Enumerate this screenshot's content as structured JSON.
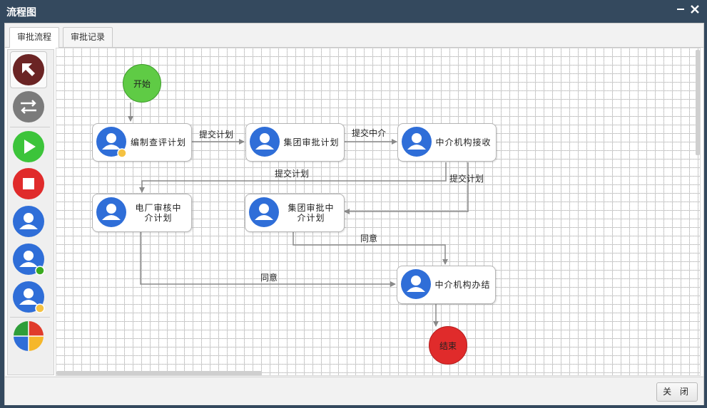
{
  "window": {
    "title": "流程图"
  },
  "tabs": [
    {
      "label": "审批流程",
      "active": true
    },
    {
      "label": "审批记录",
      "active": false
    }
  ],
  "palette": {
    "tools": [
      "select-tool",
      "transition-tool",
      "start-tool",
      "end-tool",
      "task-tool",
      "task-done-tool",
      "task-pending-tool",
      "fork-tool"
    ]
  },
  "flow": {
    "start_label": "开始",
    "end_label": "结束",
    "nodes": {
      "n1": "编制查评计划",
      "n2": "集团审批计划",
      "n3": "中介机构接收",
      "n4": "电厂审核中介计划",
      "n5": "集团审批中介计划",
      "n6": "中介机构办结"
    },
    "edges": {
      "e1": "提交计划",
      "e2": "提交中介",
      "e3": "提交计划",
      "e4": "提交计划",
      "e5": "同意",
      "e6": "同意"
    },
    "colors": {
      "start": "#5fcb45",
      "end": "#e02b2b",
      "avatar": "#2f6ed8",
      "pending_badge": "#f5c242",
      "done_badge": "#3aaa1f"
    }
  },
  "footer": {
    "close_label": "关 闭"
  }
}
